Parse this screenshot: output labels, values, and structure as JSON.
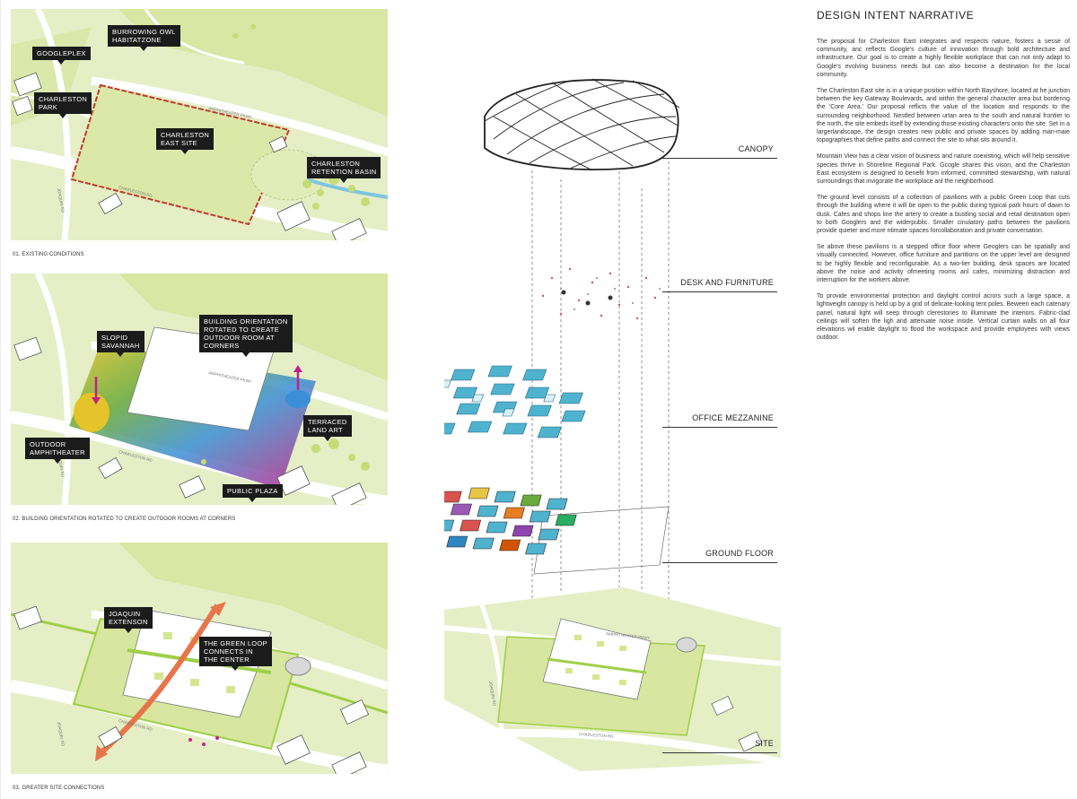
{
  "panels": [
    {
      "id": "existing",
      "caption": "01. EXISTING CONDITIONS",
      "labels": {
        "googleplex": "GOOGLEPLEX",
        "owl": "BURROWING OWL\nHABITATZONE",
        "park": "CHARLESTON\nPARK",
        "site": "CHARLESTON\nEAST SITE",
        "basin": "CHARLESTON\nRETENTION BASIN"
      },
      "road_labels": {
        "amph": "AMPHITHEATER PKWY",
        "charleston": "CHARLESTON RD",
        "joaquin": "JOAQUIN RD"
      }
    },
    {
      "id": "orientation",
      "caption": "02. BUILDING ORIENTATION ROTATED TO CREATE OUTDOOR ROOMS AT CORNERS",
      "labels": {
        "savannah": "SLOPID\nSAVANNAH",
        "orientation": "BUILDING ORIENTATION\nROTATED TO CREATE\nOUTDOOR ROOM AT\nCORNERS",
        "amphitheater": "OUTDOOR\nAMPHITHEATER",
        "land_art": "TERRACED\nLAND ART",
        "plaza": "PUBLIC PLAZA"
      },
      "road_labels": {
        "amph": "AMPHITHEATER PKWY",
        "charleston": "CHARLESTON RD",
        "joaquin": "JOAQUIN RD"
      }
    },
    {
      "id": "connections",
      "caption": "03. GREATER SITE CONNECTIONS",
      "labels": {
        "joaquin": "JOAQUIN\nEXTENSON",
        "green_loop": "THE GREEN LOOP\nCONNECTS IN\nTHE CENTER"
      },
      "road_labels": {
        "amph": "AMPHITHEATER PKWY",
        "charleston": "CHARLESTON RD",
        "joaquin": "JOAQUIN RD"
      }
    }
  ],
  "layers": [
    {
      "key": "canopy",
      "label": "CANOPY"
    },
    {
      "key": "desk",
      "label": "DESK AND FURNITURE"
    },
    {
      "key": "mezzanine",
      "label": "OFFICE MEZZANINE"
    },
    {
      "key": "ground",
      "label": "GROUND FLOOR"
    },
    {
      "key": "site",
      "label": "SITE"
    }
  ],
  "site_road_labels": {
    "amph": "AMPHITHEATER PKWY",
    "charleston": "CHARLESTON RD",
    "joaquin": "JOAQUIN RD"
  },
  "narrative": {
    "title": "DESIGN INTENT NARRATIVE",
    "paragraphs": [
      "The proposal for Charleston East integrates and respects nature, fosters a sesse of community, anc reflects Google's culture of innovation through bold architecture and infrastructure. Our goal is to create a highly flexible workplace that can not only adapt to Google's evolving business needs but can also become a destination for the local community.",
      "The Charleston East site is in a unique position within North Bayshore, located at he junction between the key Gateway Boulevards, and within the general character area but bordering the 'Core Area.' Our proposal reflicts the value of the location and responds to the surrounding neighborhood. Nestled between urtan area to the south and natural frontier to the north, the site embeds itself by extending those existing characters onto the site. Set in a largerlandscape, the design creates new public and private spaces by adding man-maie topographies that define paths and connect the site to what sits around it.",
      "Mountain View has a clear vision of business and nature coexisting, which will help sensitive species thrive in Shoreline Regional Park. Gcogle shares this vison, and the Charleston East ecosystem is designed to benefit from informed, committed stewardship, with natural surroundings that invigorate the workplace anl the neighborhood.",
      "The ground level consists of a collection of pavilions with a public Green Loop that cuts through the building where it will be open to the public during typical park hours of dawn to dusk. Cafes and shops line the artery to create a bustling social and retail destination open to both Googlers and the widerpublic. Smaller cinulatory paths between the pavilions provide quieter and more ntimate spaces forcollaboration and private conversation.",
      "Se above these pavilions is a stepped office floor where Geoglers can be spatially and visually connected. However, office furniture and partitions on the upper level are designed to be highly flexible and reconfigurable. As a two-tier building, desk spaces are located above the noise and activity ofmeeting rooms anl cafes, minimizing distraction and interruption for the workers above.",
      "To provide environmental protection and daylight control acrors such a large space, a lightweight canopy is held up by a grid of delicate-looking tent poles. Beween each catenary panel, natural light will seep through clerestories to illuminate the interiors. Fabric-clad ceilings will soften the ligh and attenuate noise inside. Vertical curtain walls on all four elevations wil erable daylight to flood the workspace and provide employees with views outdoor."
    ]
  },
  "colors": {
    "grass": "#e6eec6",
    "lawn": "#d9e6a4",
    "tag_bg": "#1b1b1b",
    "site_outline": "#c0392b",
    "arrow": "#e8754a",
    "amphitheater": "#e5c32a",
    "plaza": "#c0228a",
    "land_art": "#3a8fd6",
    "savannah": "#6aaa3a"
  }
}
